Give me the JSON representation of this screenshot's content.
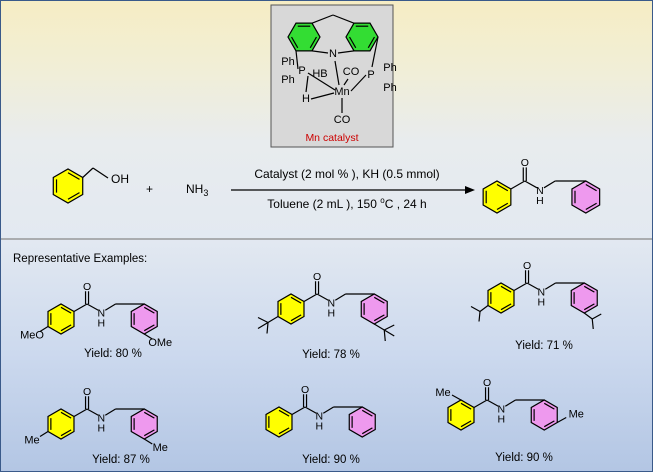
{
  "catalyst_box": {
    "atoms": {
      "ph1": "Ph",
      "ph2": "Ph",
      "p_left": "P",
      "hb": "HB",
      "n": "N",
      "co_top": "CO",
      "p_right": "P",
      "ph3": "Ph",
      "ph4": "Ph",
      "h": "H",
      "mn": "Mn",
      "co_bottom": "CO"
    },
    "caption": "Mn catalyst"
  },
  "reaction": {
    "reactant_oh": "OH",
    "plus": "+",
    "nh3_main": "NH",
    "nh3_sub": "3",
    "conditions_top": "Catalyst (2 mol % ), KH (0.5 mmol)",
    "conditions_bottom_a": "Toluene  (2 mL ), 150 ",
    "conditions_bottom_deg": "o",
    "conditions_bottom_b": "C , 24 h",
    "product_o": "O",
    "product_nh": "H",
    "product_n": "N"
  },
  "examples": {
    "heading": "Representative Examples:",
    "items": [
      {
        "sub_left": "MeO",
        "sub_right": "OMe",
        "yield": "Yield: 80 %"
      },
      {
        "sub_left": "",
        "sub_right": "",
        "yield": "Yield: 78 %"
      },
      {
        "sub_left": "",
        "sub_right": "",
        "yield": "Yield: 71 %"
      },
      {
        "sub_left": "Me",
        "sub_right": "Me",
        "yield": "Yield: 87 %"
      },
      {
        "sub_left": "",
        "sub_right": "",
        "yield": "Yield: 90 %"
      },
      {
        "sub_left": "Me",
        "sub_right": "Me",
        "yield": "Yield: 90 %"
      }
    ],
    "amide_o": "O",
    "amide_h": "H",
    "amide_n": "N"
  },
  "colors": {
    "yellow_ring": "#ffff00",
    "pink_ring": "#ee99ee",
    "green_ring": "#33dd33",
    "caption_red": "#cc0000",
    "rule_gray": "#888888"
  }
}
